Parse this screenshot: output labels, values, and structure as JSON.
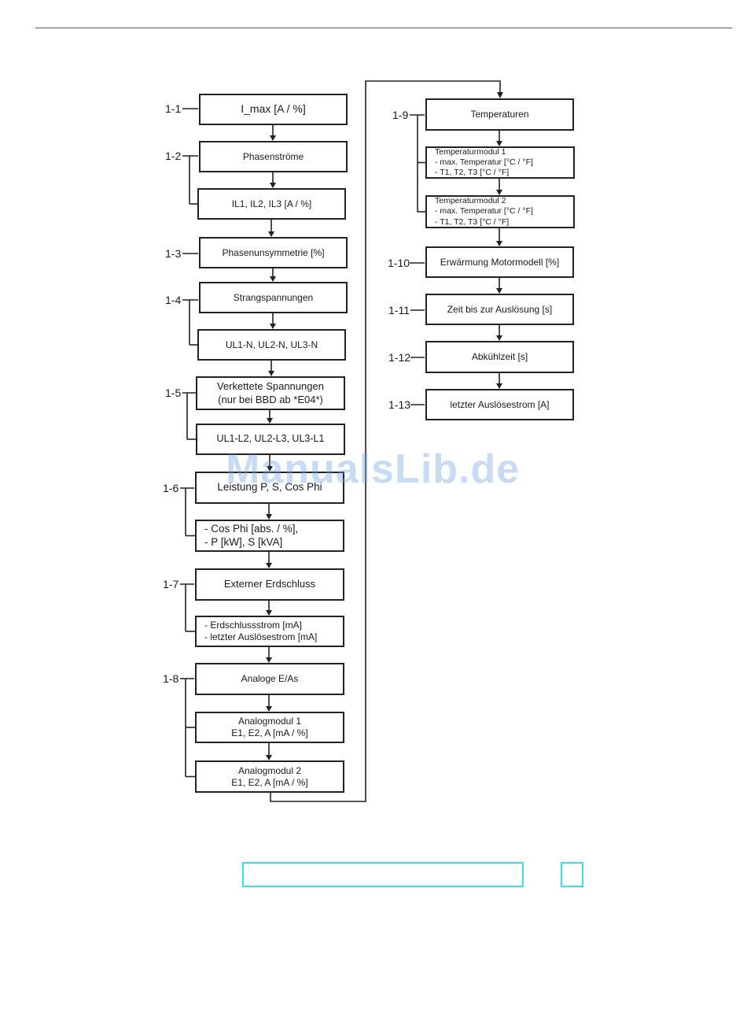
{
  "watermark": "ManualsLib.de",
  "colors": {
    "stroke": "#222222",
    "watermark": "#6ea0e6",
    "cyan_frame": "#35e0ef"
  },
  "steps": [
    {
      "id": "1-1",
      "boxes": [
        {
          "lines": [
            "I_max [A / %]"
          ]
        }
      ]
    },
    {
      "id": "1-2",
      "boxes": [
        {
          "lines": [
            "Phasenströme"
          ]
        },
        {
          "lines": [
            "IL1, IL2, IL3 [A / %]"
          ]
        }
      ]
    },
    {
      "id": "1-3",
      "boxes": [
        {
          "lines": [
            "Phasenunsymmetrie [%]"
          ]
        }
      ]
    },
    {
      "id": "1-4",
      "boxes": [
        {
          "lines": [
            "Strangspannungen"
          ]
        },
        {
          "lines": [
            "UL1-N, UL2-N, UL3-N"
          ]
        }
      ]
    },
    {
      "id": "1-5",
      "boxes": [
        {
          "lines": [
            "Verkettete Spannungen",
            "(nur bei BBD ab *E04*)"
          ]
        },
        {
          "lines": [
            "UL1-L2, UL2-L3, UL3-L1"
          ]
        }
      ]
    },
    {
      "id": "1-6",
      "boxes": [
        {
          "lines": [
            "Leistung P, S, Cos Phi"
          ]
        },
        {
          "lines": [
            "- Cos Phi [abs. / %],",
            "- P [kW], S [kVA]"
          ]
        }
      ]
    },
    {
      "id": "1-7",
      "boxes": [
        {
          "lines": [
            "Externer Erdschluss"
          ]
        },
        {
          "lines": [
            "- Erdschlussstrom [mA]",
            "- letzter Auslösestrom [mA]"
          ]
        }
      ]
    },
    {
      "id": "1-8",
      "boxes": [
        {
          "lines": [
            "Analoge E/As"
          ]
        },
        {
          "lines": [
            "Analogmodul 1",
            "E1, E2, A [mA / %]"
          ]
        },
        {
          "lines": [
            "Analogmodul 2",
            "E1, E2, A [mA / %]"
          ]
        }
      ]
    },
    {
      "id": "1-9",
      "boxes": [
        {
          "lines": [
            "Temperaturen"
          ]
        },
        {
          "lines": [
            "Temperaturmodul 1",
            "- max. Temperatur [°C / °F]",
            "- T1, T2, T3 [°C / °F]"
          ]
        },
        {
          "lines": [
            "Temperaturmodul 2",
            "- max. Temperatur [°C / °F]",
            "- T1, T2, T3 [°C / °F]"
          ]
        }
      ]
    },
    {
      "id": "1-10",
      "boxes": [
        {
          "lines": [
            "Erwärmung Motormodell [%]"
          ]
        }
      ]
    },
    {
      "id": "1-11",
      "boxes": [
        {
          "lines": [
            "Zeit bis zur Auslösung [s]"
          ]
        }
      ]
    },
    {
      "id": "1-12",
      "boxes": [
        {
          "lines": [
            "Abkühlzeit [s]"
          ]
        }
      ]
    },
    {
      "id": "1-13",
      "boxes": [
        {
          "lines": [
            "letzter Auslösestrom [A]"
          ]
        }
      ]
    }
  ]
}
